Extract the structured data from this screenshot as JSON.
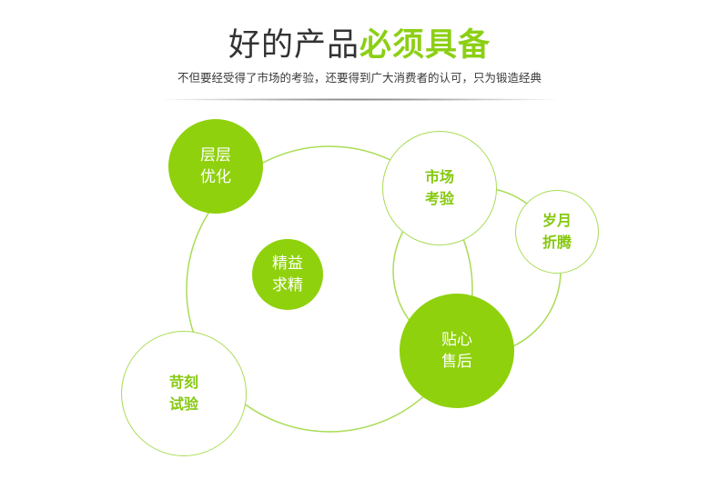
{
  "header": {
    "title_plain": "好的产品",
    "title_accent": "必须具备",
    "subtitle": "不但要经受得了市场的考验，还要得到广大消费者的认可，只为锻造经典"
  },
  "bubbles": {
    "b1": {
      "line1": "层层",
      "line2": "优化"
    },
    "b2": {
      "line1": "精益",
      "line2": "求精"
    },
    "b3": {
      "line1": "市场",
      "line2": "考验"
    },
    "b4": {
      "line1": "岁月",
      "line2": "折腾"
    },
    "b5": {
      "line1": "贴心",
      "line2": "售后"
    },
    "b6": {
      "line1": "苛刻",
      "line2": "试验"
    }
  },
  "colors": {
    "accent": "#8ccf14",
    "bubble_fill": "#8fd10c",
    "ring": "#a9dc55",
    "text_dark": "#333333"
  }
}
